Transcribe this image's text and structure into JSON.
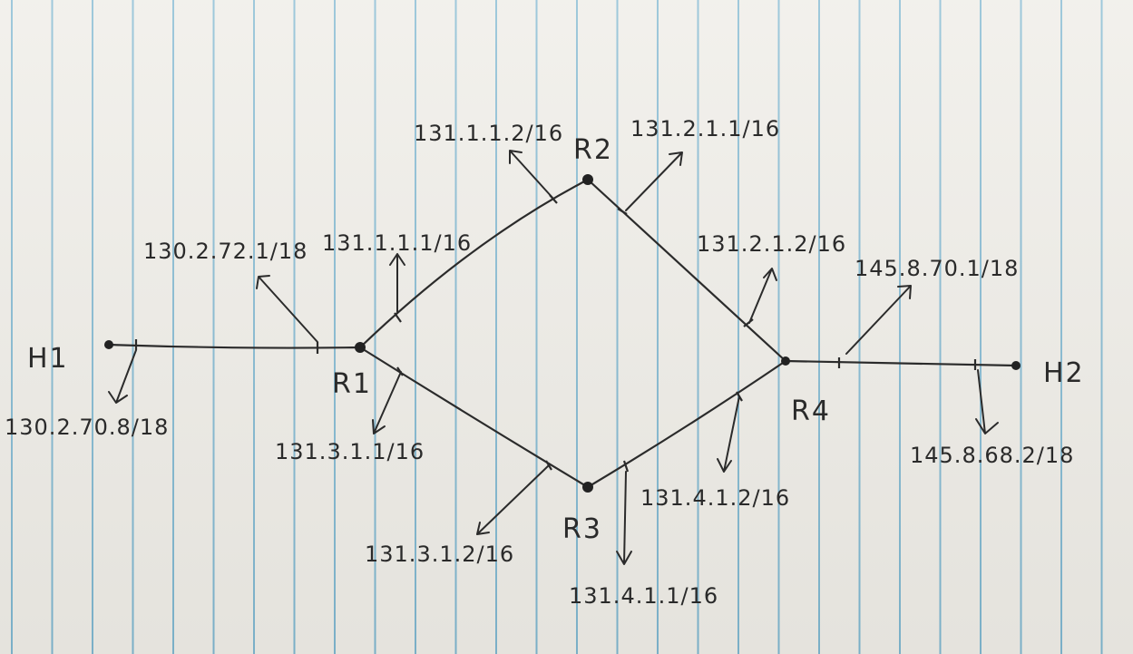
{
  "nodes": {
    "h1": "H1",
    "r1": "R1",
    "r2": "R2",
    "r3": "R3",
    "r4": "R4",
    "h2": "H2"
  },
  "interfaces": {
    "h1_r1_h1side": "130.2.70.8/18",
    "h1_r1_r1side": "130.2.72.1/18",
    "r1_r2_r1side": "131.1.1.1/16",
    "r1_r2_r2side": "131.1.1.2/16",
    "r2_r4_r2side": "131.2.1.1/16",
    "r2_r4_r4side": "131.2.1.2/16",
    "r1_r3_r1side": "131.3.1.1/16",
    "r1_r3_r3side": "131.3.1.2/16",
    "r3_r4_r3side": "131.4.1.1/16",
    "r3_r4_r4side": "131.4.1.2/16",
    "r4_h2_r4side": "145.8.70.1/18",
    "r4_h2_h2side": "145.8.68.2/18"
  }
}
